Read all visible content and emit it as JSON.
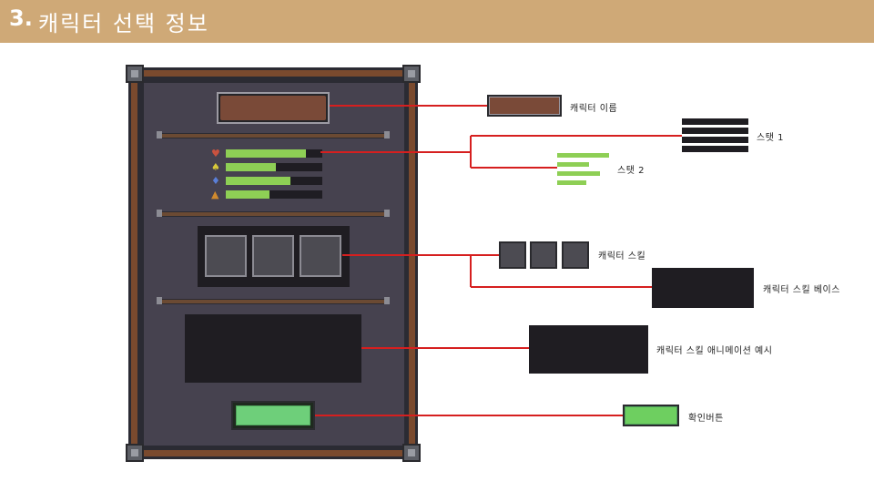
{
  "header": {
    "number": "3.",
    "title": "캐릭터 선택 정보"
  },
  "stats": [
    {
      "icon": "heart-icon",
      "glyph": "♥",
      "color": "#c9523f",
      "fill": 0.83
    },
    {
      "icon": "attack-icon",
      "glyph": "♠",
      "color": "#d8c83a",
      "fill": 0.52
    },
    {
      "icon": "armor-icon",
      "glyph": "♦",
      "color": "#5a7fd8",
      "fill": 0.67
    },
    {
      "icon": "boot-icon",
      "glyph": "▲",
      "color": "#d08a2e",
      "fill": 0.45
    }
  ],
  "labels": {
    "name": "캐릭터 이름",
    "stat1": "스탯 1",
    "stat2": "스탯 2",
    "skill": "캐릭터 스킬",
    "skill_base": "캐릭터 스킬 베이스",
    "skill_anim": "캐릭터 스킬 애니메이션 예시",
    "confirm": "확인버튼"
  },
  "colors": {
    "header": "#cfa977",
    "connector": "#d61f1f",
    "bar_green": "#8ecf55",
    "button_green": "#6ecf7a",
    "panel": "#46424f",
    "frame_wood": "#7a4a2e"
  }
}
